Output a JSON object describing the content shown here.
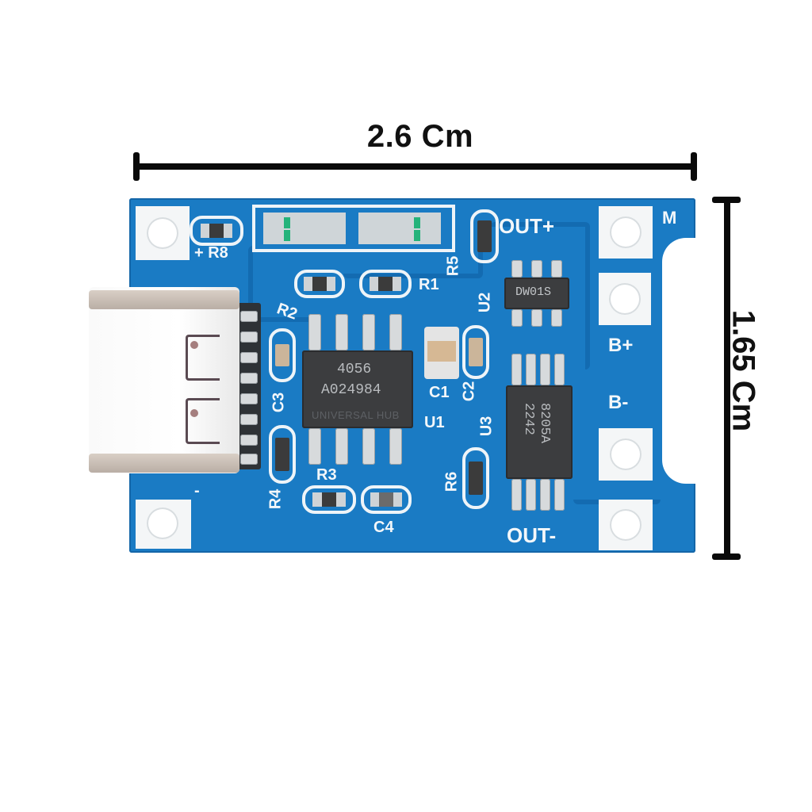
{
  "annotations": {
    "width_label": "2.6 Cm",
    "height_label": "1.65 Cm"
  },
  "board": {
    "color": "#1a7bc4",
    "silkscreen": {
      "left_top": "+ R8",
      "r1": "R1",
      "r2": "R2",
      "r3": "R3",
      "r4": "R4",
      "r5": "R5",
      "r6": "R6",
      "c1": "C1",
      "c2": "C2",
      "c3": "C3",
      "c4": "C4",
      "u1": "U1",
      "u2": "U2",
      "u3": "U3",
      "out_plus": "OUT+",
      "out_minus": "OUT-",
      "b_plus": "B+",
      "b_minus": "B-",
      "m": "M",
      "minus_left": "-"
    },
    "chips": {
      "u1": {
        "line1": "4056",
        "line2": "A024984"
      },
      "u2": {
        "line1": "DW01S"
      },
      "u3": {
        "line1": "8205A",
        "line2": "2242"
      }
    },
    "connector": "usb-c",
    "watermark": "UNIVERSAL HUB"
  }
}
